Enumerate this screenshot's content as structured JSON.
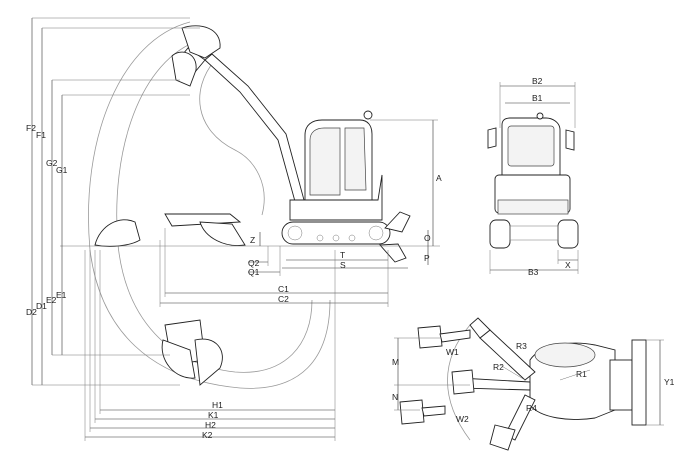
{
  "labels": {
    "F2": "F2",
    "F1": "F1",
    "G2": "G2",
    "G1": "G1",
    "D2": "D2",
    "D1": "D1",
    "E2": "E2",
    "E1": "E1",
    "A": "A",
    "Z": "Z",
    "O": "O",
    "P": "P",
    "Q2": "Q2",
    "Q1": "Q1",
    "T": "T",
    "S": "S",
    "C1": "C1",
    "C2": "C2",
    "H1": "H1",
    "K1": "K1",
    "H2": "H2",
    "K2": "K2",
    "B2": "B2",
    "B1": "B1",
    "B3": "B3",
    "X": "X",
    "M": "M",
    "N": "N",
    "W1": "W1",
    "W2": "W2",
    "R1": "R1",
    "R2": "R2",
    "R3": "R3",
    "R4": "R4",
    "Y1": "Y1"
  }
}
